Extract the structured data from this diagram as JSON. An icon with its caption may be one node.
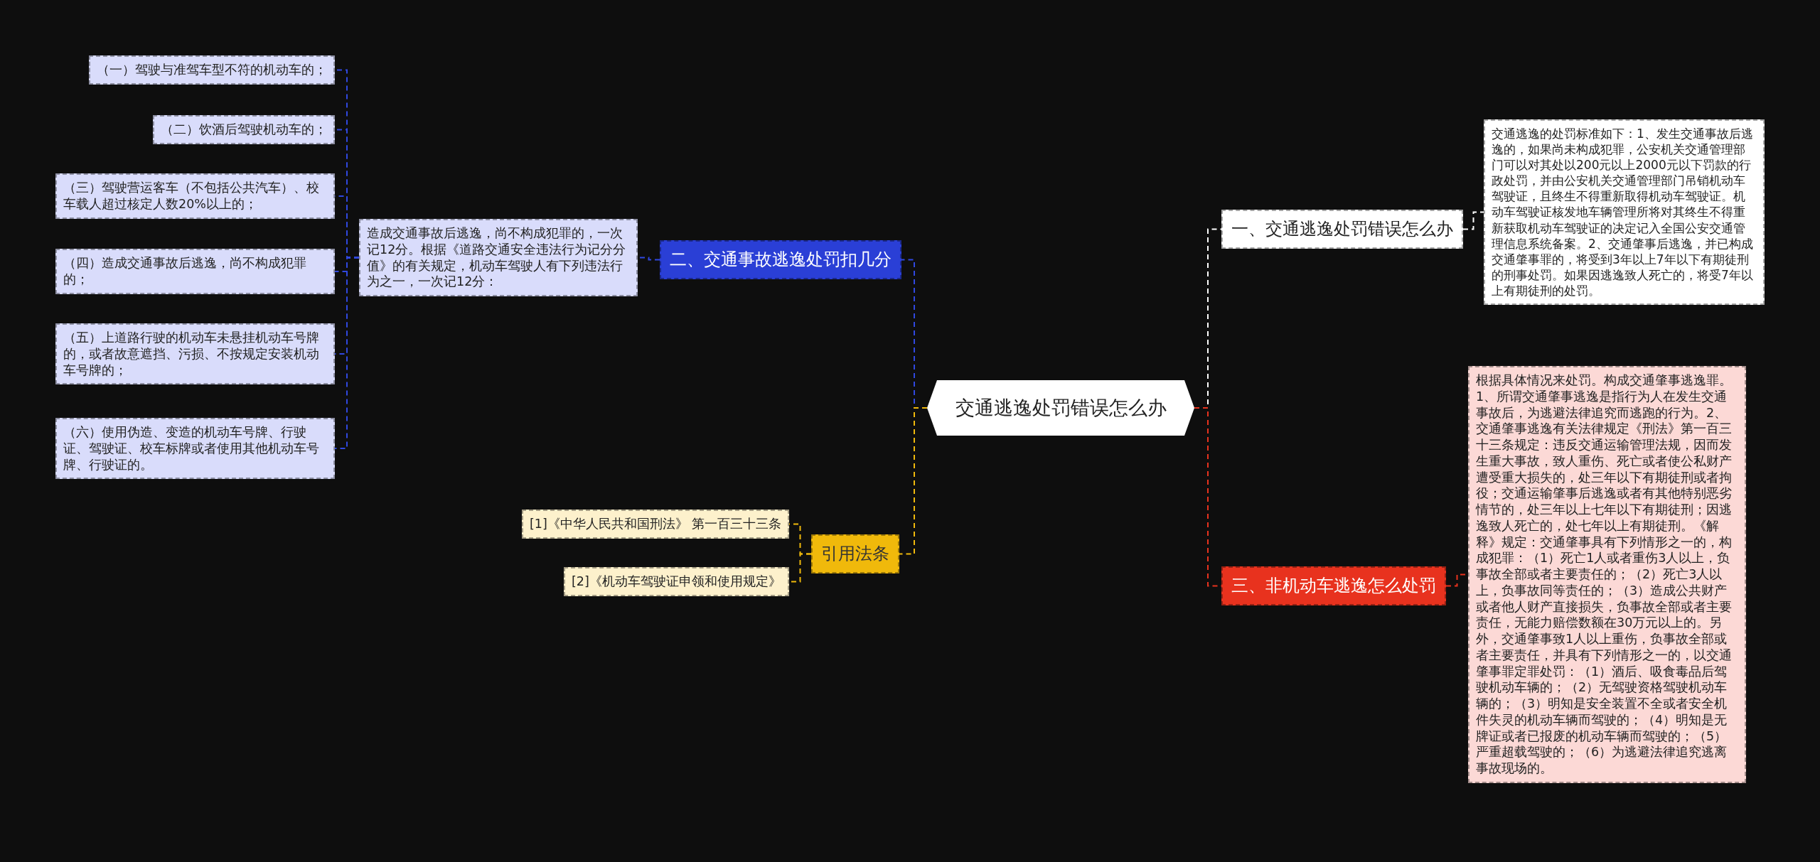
{
  "diagram": {
    "nodes": [
      {
        "text": [
          "交通逃逸处罚错误怎么办"
        ]
      },
      {
        "text": [
          "一、交通逃逸处罚错误怎么办"
        ]
      },
      {
        "text": [
          "交通逃逸的处罚标准如下：1、发生交通事故后逃逸的，如果尚未构成犯罪，公安机关交通管理部门可以对其处以200元以上2000元以下罚款的行政处罚，并由公安机关交通管理部门吊销机动车驾驶证，且终生不得重新取得机动车驾驶证。机动车驾驶证核发地车辆管理所将对其终生不得重新获取机动车驾驶证的决定记入全国公安交通管理信息系统备案。2、交通肇事后逃逸，并已构成交通肇事罪的，将受到3年以上7年以下有期徒刑的刑事处罚。如果因逃逸致人死亡的，将受7年以上有期徒刑的处罚。"
        ]
      },
      {
        "text": [
          "三、非机动车逃逸怎么处罚"
        ]
      },
      {
        "text": [
          "根据具体情况来处罚。构成交通肇事逃逸罪。1、所谓交通肇事逃逸是指行为人在发生交通事故后，为逃避法律追究而逃跑的行为。2、交通肇事逃逸有关法律规定《刑法》第一百三十三条规定：违反交通运输管理法规，因而发生重大事故，致人重伤、死亡或者使公私财产遭受重大损失的，处三年以下有期徒刑或者拘役；交通运输肇事后逃逸或者有其他特别恶劣情节的，处三年以上七年以下有期徒刑；因逃逸致人死亡的，处七年以上有期徒刑。《解释》规定：交通肇事具有下列情形之一的，构成犯罪：（1）死亡1人或者重伤3人以上，负事故全部或者主要责任的；（2）死亡3人以上，负事故同等责任的；（3）造成公共财产或者他人财产直接损失，负事故全部或者主要责任，无能力赔偿数额在30万元以上的。另外，交通肇事致1人以上重伤，负事故全部或者主要责任，并具有下列情形之一的，以交通肇事罪定罪处罚：（1）酒后、吸食毒品后驾驶机动车辆的；（2）无驾驶资格驾驶机动车辆的；（3）明知是安全装置不全或者安全机件失灵的机动车辆而驾驶的；（4）明知是无牌证或者已报废的机动车辆而驾驶的；（5）严重超载驾驶的；（6）为逃避法律追究逃离事故现场的。"
        ]
      },
      {
        "text": [
          "二、交通事故逃逸处罚扣几分"
        ]
      },
      {
        "text": [
          "造成交通事故后逃逸，尚不构成犯罪的，一次记12分。根据《道路交通安全违法行为记分分值》的有关规定，机动车驾驶人有下列违法行为之一，一次记12分："
        ]
      },
      {
        "text": [
          "（一）驾驶与准驾车型不符的机动车的；"
        ]
      },
      {
        "text": [
          "（二）饮酒后驾驶机动车的；"
        ]
      },
      {
        "text": [
          "（三）驾驶营运客车（不包括公共汽车）、校车载人超过核定人数20%以上的；"
        ]
      },
      {
        "text": [
          "（四）造成交通事故后逃逸，尚不构成犯罪的；"
        ]
      },
      {
        "text": [
          "（五）上道路行驶的机动车未悬挂机动车号牌的，或者故意遮挡、污损、不按规定安装机动车号牌的；"
        ]
      },
      {
        "text": [
          "（六）使用伪造、变造的机动车号牌、行驶证、驾驶证、校车标牌或者使用其他机动车号牌、行驶证的。"
        ]
      },
      {
        "text": [
          "引用法条"
        ]
      },
      {
        "text": [
          "[1]《中华人民共和国刑法》 第一百三十三条"
        ]
      },
      {
        "text": [
          "[2]《机动车驾驶证申领和使用规定》"
        ]
      }
    ],
    "edges": [
      {
        "from": 0,
        "to": 1,
        "arrow": "none",
        "style": "dashed",
        "color": "#ffffff"
      },
      {
        "from": 1,
        "to": 2,
        "arrow": "none",
        "style": "dashed",
        "color": "#ffffff"
      },
      {
        "from": 0,
        "to": 3,
        "arrow": "none",
        "style": "dashed",
        "color": "#e8321e"
      },
      {
        "from": 3,
        "to": 4,
        "arrow": "none",
        "style": "dashed",
        "color": "#e8321e"
      },
      {
        "from": 0,
        "to": 5,
        "arrow": "none",
        "style": "dashed",
        "color": "#3048e0"
      },
      {
        "from": 5,
        "to": 6,
        "arrow": "none",
        "style": "dashed",
        "color": "#3048e0"
      },
      {
        "from": 6,
        "to": 7,
        "arrow": "none",
        "style": "dashed",
        "color": "#3048e0"
      },
      {
        "from": 6,
        "to": 8,
        "arrow": "none",
        "style": "dashed",
        "color": "#3048e0"
      },
      {
        "from": 6,
        "to": 9,
        "arrow": "none",
        "style": "dashed",
        "color": "#3048e0"
      },
      {
        "from": 6,
        "to": 10,
        "arrow": "none",
        "style": "dashed",
        "color": "#3048e0"
      },
      {
        "from": 6,
        "to": 11,
        "arrow": "none",
        "style": "dashed",
        "color": "#3048e0"
      },
      {
        "from": 6,
        "to": 12,
        "arrow": "none",
        "style": "dashed",
        "color": "#3048e0"
      },
      {
        "from": 0,
        "to": 13,
        "arrow": "none",
        "style": "dashed",
        "color": "#f0b90b"
      },
      {
        "from": 13,
        "to": 14,
        "arrow": "none",
        "style": "dashed",
        "color": "#f0b90b"
      },
      {
        "from": 13,
        "to": 15,
        "arrow": "none",
        "style": "dashed",
        "color": "#f0b90b"
      }
    ]
  }
}
